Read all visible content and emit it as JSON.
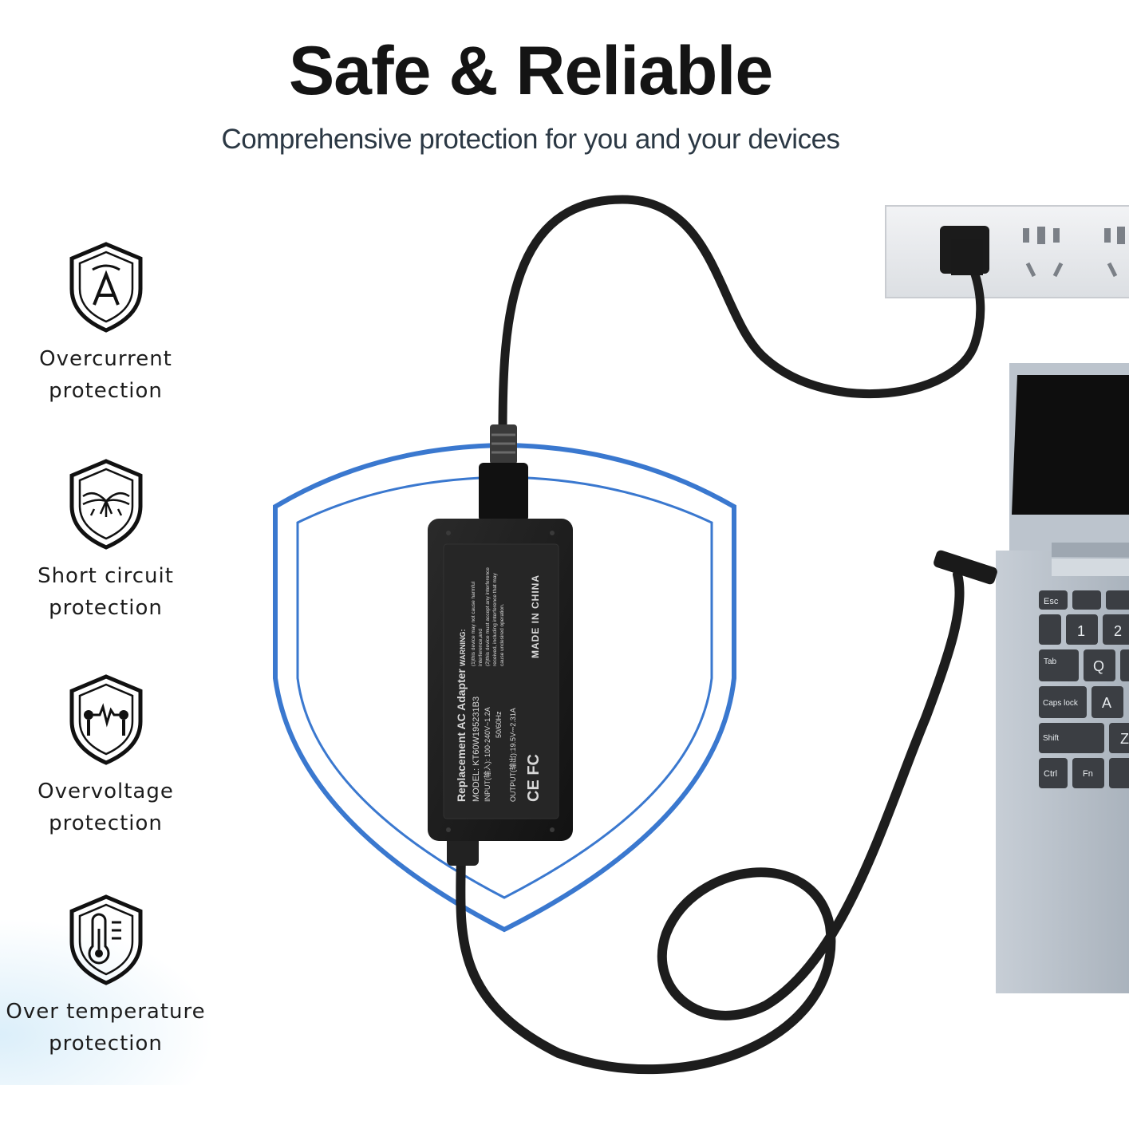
{
  "header": {
    "title": "Safe & Reliable",
    "subtitle": "Comprehensive protection for you and your devices"
  },
  "features": [
    {
      "label": "Overcurrent\nprotection",
      "icon": "shield-a-icon"
    },
    {
      "label": "Short circuit\nprotection",
      "icon": "shield-spark-icon"
    },
    {
      "label": "Overvoltage\nprotection",
      "icon": "shield-voltage-icon"
    },
    {
      "label": "Over temperature\nprotection",
      "icon": "shield-thermometer-icon"
    }
  ],
  "adapter": {
    "product_name": "Replacement AC Adapter",
    "model": "MODEL: KT60W195231B3",
    "input": "INPUT(输入): 100-240V~1.2A",
    "frequency": "50/60Hz",
    "output": "OUTPUT(输出):19.5V⎓2.31A",
    "warning_title": "WARNING:",
    "warning_1": "(1)this device may not cause harmful",
    "warning_2": "interference,and",
    "warning_3": "(2)this device must accept any interference",
    "warning_4": "received, including interference that may",
    "warning_5": "cause undesired operation.",
    "origin": "MADE IN CHINA",
    "marks": "CE FC"
  },
  "keyboard": {
    "esc": "Esc",
    "one": "1",
    "two": "2",
    "tab": "Tab",
    "q": "Q",
    "caps": "Caps lock",
    "a": "A",
    "shift": "Shift",
    "z": "Z",
    "ctrl": "Ctrl",
    "fn": "Fn"
  },
  "colors": {
    "shield": "#3a78cf",
    "cable": "#1d1d1d",
    "laptop": "#b9c1cb"
  }
}
